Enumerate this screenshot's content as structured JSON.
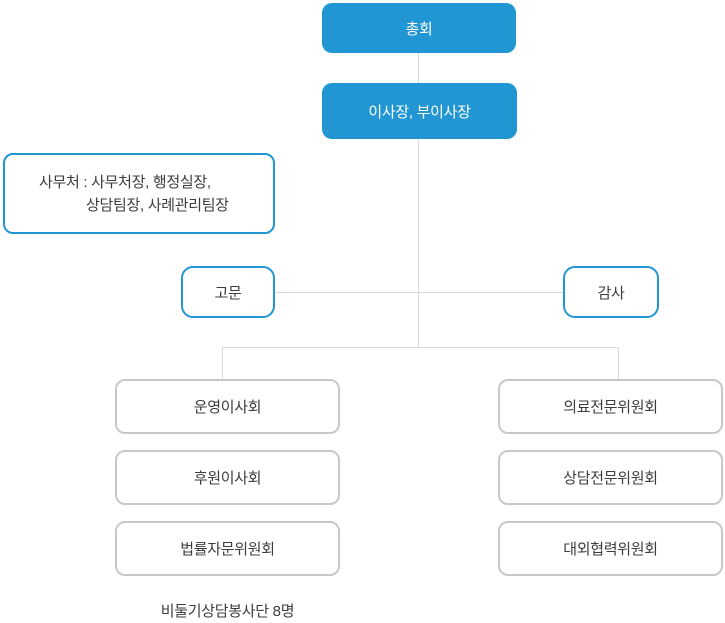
{
  "org": {
    "general_assembly": "총회",
    "chairman": "이사장, 부이사장",
    "office": {
      "line1": "사무처 : 사무처장, 행정실장,",
      "line2": "상담팀장, 사례관리팀장"
    },
    "advisor": "고문",
    "auditor": "감사",
    "left_committees": [
      "운영이사회",
      "후원이사회",
      "법률자문위원회"
    ],
    "right_committees": [
      "의료전문위원회",
      "상담전문위원회",
      "대외협력위원회"
    ],
    "footnote": "비둘기상담봉사단 8명"
  },
  "colors": {
    "primary_blue": "#2196d3",
    "border_gray": "#c6c8cc",
    "line_gray": "#d9d9d9",
    "text_dark": "#3c3c3c",
    "text_white": "#ffffff"
  }
}
